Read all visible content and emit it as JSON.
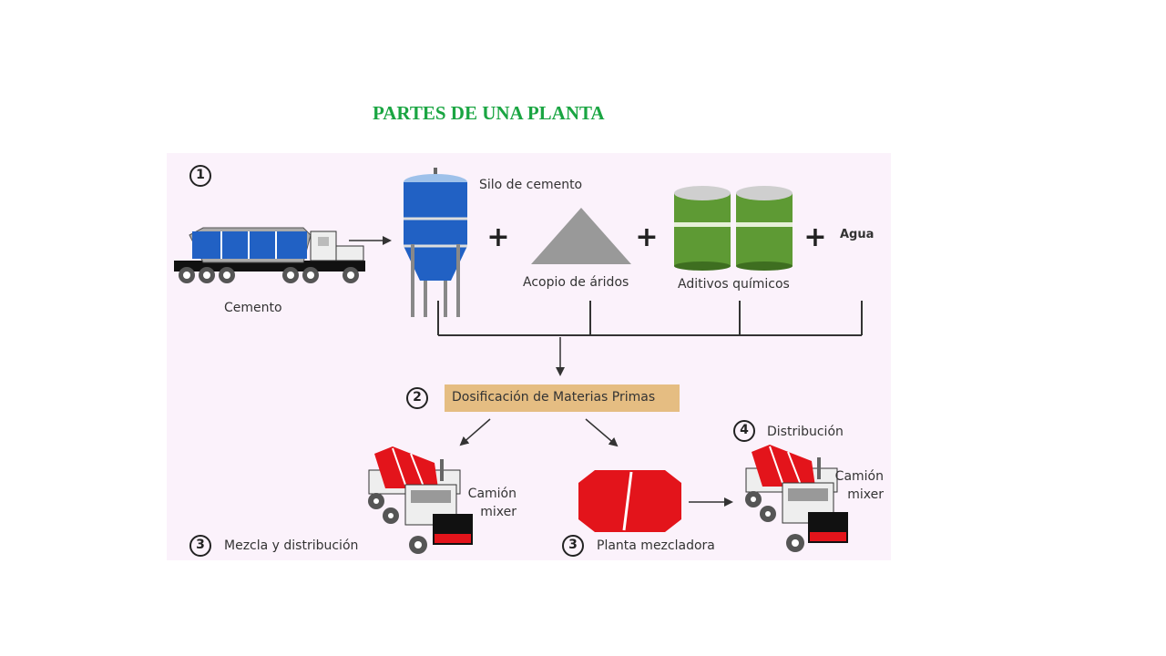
{
  "title": "PARTES DE UNA PLANTA",
  "diagram": {
    "steps": {
      "s1": "1",
      "s2": "2",
      "s3a": "3",
      "s3b": "3",
      "s4": "4"
    },
    "labels": {
      "cemento": "Cemento",
      "silo": "Silo de cemento",
      "aridos": "Acopio de áridos",
      "aditivos": "Aditivos químicos",
      "agua": "Agua",
      "dosificacion": "Dosificación de Materias Primas",
      "mezcla": "Mezcla y distribución",
      "planta": "Planta mezcladora",
      "distribucion": "Distribución",
      "camion1_l1": "Camión",
      "camion1_l2": "mixer",
      "camion2_l1": "Camión",
      "camion2_l2": "mixer"
    },
    "plus_signs": [
      "+",
      "+",
      "+"
    ],
    "colors": {
      "title": "#1aa542",
      "silo": "#2161c4",
      "drums": "#5e9a34",
      "mixer": "#e3141b",
      "box": "#e5bd82",
      "background": "#fbf2fb"
    }
  }
}
